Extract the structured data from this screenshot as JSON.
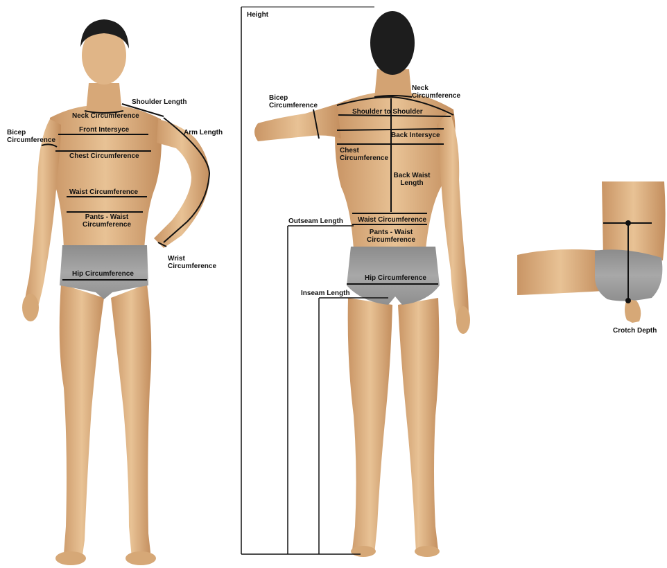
{
  "colors": {
    "skin": "#e2b888",
    "skin_shadow": "#c99565",
    "hair": "#1d1d1d",
    "briefs": "#9c9c9c",
    "line": "#111111"
  },
  "front_view": {
    "shoulder_length": "Shoulder Length",
    "neck_circumference": "Neck Circumference",
    "bicep_circumference": "Bicep Circumference",
    "arm_length": "Arm Length",
    "front_intersyce": "Front Intersyce",
    "chest_circumference": "Chest Circumference",
    "waist_circumference": "Waist Circumference",
    "pants_waist_circumference": "Pants - Waist Circumference",
    "wrist_circumference": "Wrist Circumference",
    "hip_circumference": "Hip Circumference"
  },
  "back_view": {
    "height": "Height",
    "neck_circumference": "Neck Circumference",
    "bicep_circumference": "Bicep Circumference",
    "shoulder_to_shoulder": "Shoulder to Shoulder",
    "back_intersyce": "Back Intersyce",
    "chest_circumference": "Chest Circumference",
    "back_waist_length": "Back Waist Length",
    "outseam_length": "Outseam Length",
    "waist_circumference": "Waist Circumference",
    "pants_waist_circumference": "Pants - Waist Circumference",
    "hip_circumference": "Hip Circumference",
    "inseam_length": "Inseam Length"
  },
  "side_view": {
    "crotch_depth": "Crotch Depth"
  }
}
